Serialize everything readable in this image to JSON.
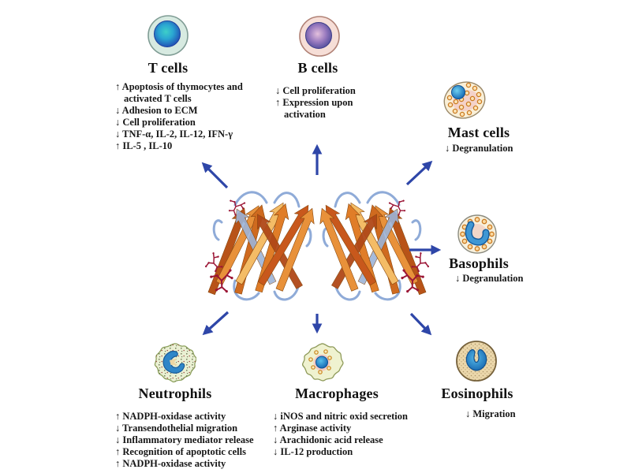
{
  "colors": {
    "arrow": "#2e46a8",
    "ribbon_orange": "#e0812c",
    "loop_blue": "#8fabd8",
    "stick_red": "#9b1535"
  },
  "center": {
    "icon": "protein-ribbon-structure"
  },
  "cells": [
    {
      "name": "T cells",
      "icon": "t-cell-icon",
      "effects": [
        "↑ Apoptosis of thymocytes and activated T cells",
        "↓ Adhesion to ECM",
        "↓ Cell proliferation",
        "↓ TNF-α, IL-2, IL-12, IFN-γ",
        "↑ IL-5 , IL-10"
      ]
    },
    {
      "name": "B cells",
      "icon": "b-cell-icon",
      "effects": [
        "↓ Cell proliferation",
        "↑ Expression upon activation"
      ]
    },
    {
      "name": "Mast cells",
      "icon": "mast-cell-icon",
      "effects": [
        "↓ Degranulation"
      ]
    },
    {
      "name": "Basophils",
      "icon": "basophil-icon",
      "effects": [
        "↓ Degranulation"
      ]
    },
    {
      "name": "Eosinophils",
      "icon": "eosinophil-icon",
      "effects": [
        "↓ Migration"
      ]
    },
    {
      "name": "Macrophages",
      "icon": "macrophage-icon",
      "effects": [
        "↓ iNOS and nitric oxid secretion",
        "↑ Arginase activity",
        "↓ Arachidonic acid release",
        "↓ IL-12 production"
      ]
    },
    {
      "name": "Neutrophils",
      "icon": "neutrophil-icon",
      "effects": [
        "↑ NADPH-oxidase activity",
        "↓ Transendothelial migration",
        "↓ Inflammatory mediator release",
        "↑ Recognition of apoptotic cells",
        "↑ NADPH-oxidase activity"
      ]
    }
  ]
}
